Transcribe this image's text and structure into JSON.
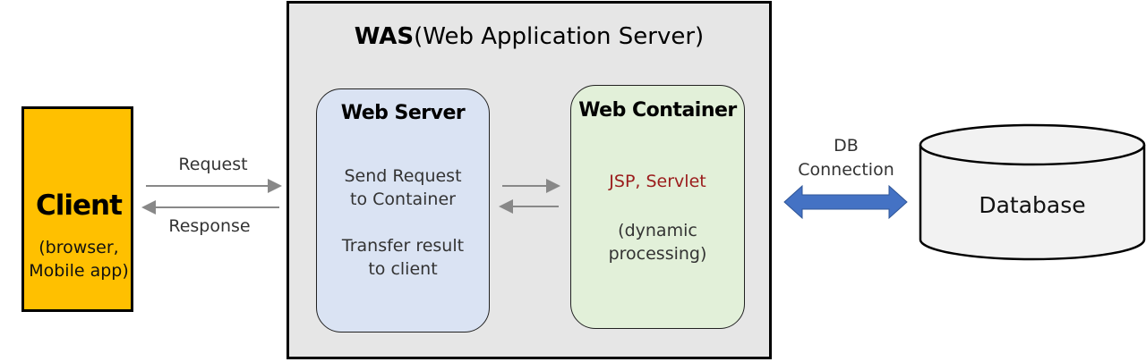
{
  "client": {
    "title": "Client",
    "subtitle_line1": "(browser,",
    "subtitle_line2": "Mobile app)",
    "fill_color": "#ffc000"
  },
  "arrows": {
    "request_label": "Request",
    "response_label": "Response"
  },
  "was": {
    "title_bold": "WAS",
    "title_rest": "(Web Application Server)",
    "fill_color": "#e6e6e6"
  },
  "web_server": {
    "title": "Web Server",
    "desc1_line1": "Send Request",
    "desc1_line2": "to Container",
    "desc2_line1": "Transfer result",
    "desc2_line2": "to client",
    "fill_color": "#dae3f3"
  },
  "web_container": {
    "title": "Web Container",
    "tech": "JSP, Servlet",
    "desc_line1": "(dynamic",
    "desc_line2": "processing)",
    "fill_color": "#e2f0d9",
    "tech_color": "#9b1c1c"
  },
  "db_connection": {
    "label_line1": "DB",
    "label_line2": "Connection",
    "arrow_color": "#4472c4"
  },
  "database": {
    "label": "Database"
  }
}
